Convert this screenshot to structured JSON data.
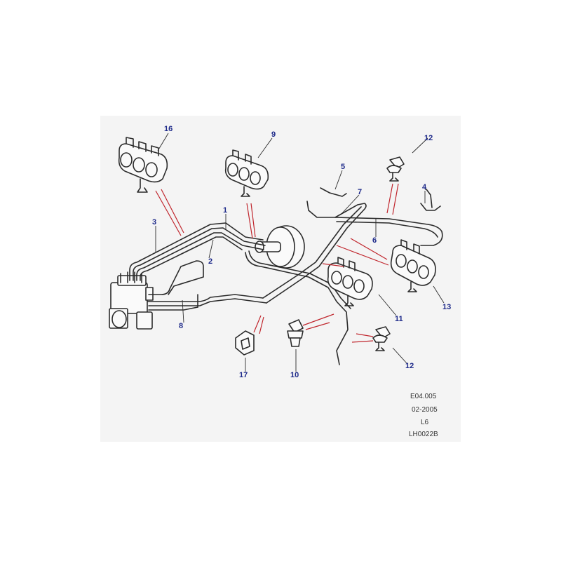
{
  "diagram": {
    "callouts": [
      "16",
      "9",
      "12",
      "5",
      "4",
      "7",
      "1",
      "3",
      "2",
      "6",
      "13",
      "11",
      "8",
      "12",
      "17",
      "10"
    ],
    "reference": [
      "E04.005",
      "02-2005",
      "L6",
      "LH0022B"
    ],
    "colors": {
      "panel": "#f4f4f4",
      "lines": "#2b2b2b",
      "callout_text": "#1e2a8a",
      "leader_red": "#c0262d"
    }
  }
}
